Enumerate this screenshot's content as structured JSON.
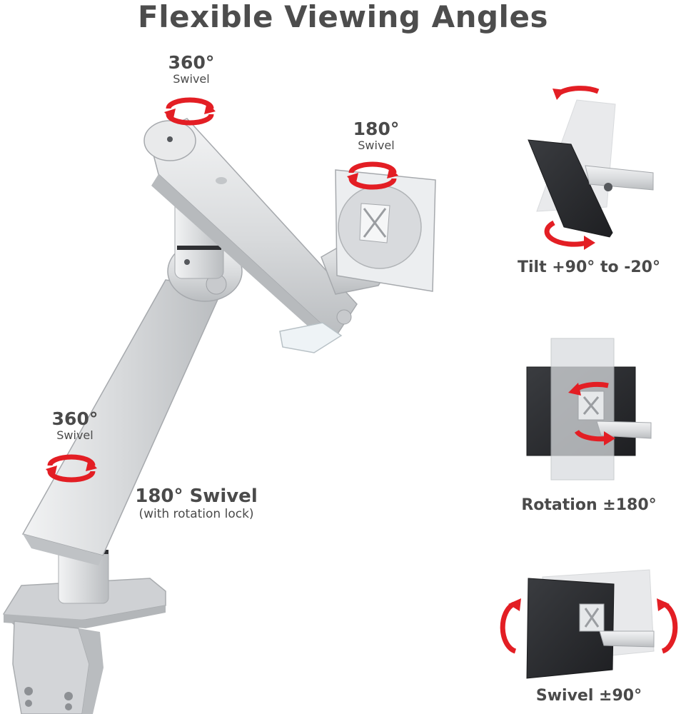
{
  "title": "Flexible Viewing Angles",
  "callouts": {
    "top_swivel": {
      "degree": "360°",
      "label": "Swivel"
    },
    "head_swivel": {
      "degree": "180°",
      "label": "Swivel"
    },
    "lower_swivel": {
      "degree": "360°",
      "label": "Swivel"
    },
    "base_swivel": {
      "label": "180° Swivel",
      "note": "(with rotation lock)"
    }
  },
  "panels": {
    "tilt": {
      "caption": "Tilt +90° to -20°"
    },
    "rotation": {
      "caption": "Rotation ±180°"
    },
    "swivel": {
      "caption": "Swivel ±90°"
    }
  },
  "colors": {
    "arrow": "#e31e24",
    "arm": "#d9dadc",
    "arm_dark": "#b7b9bc",
    "monitor": "#2b2d30",
    "text": "#4a4a4a"
  },
  "icons": [
    "rotation-arrow-icon",
    "monitor-arm-illustration",
    "monitor-illustration"
  ]
}
